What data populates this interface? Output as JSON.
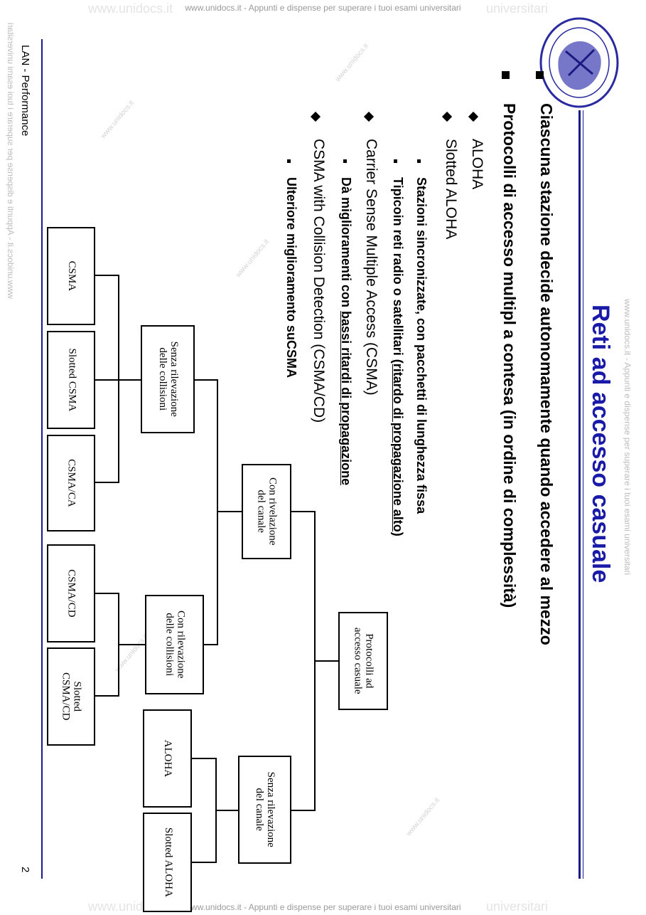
{
  "watermark": {
    "site": "www.unidocs.it",
    "line": "www.unidocs.it - Appunti e dispense per superare i tuoi esami universitari",
    "ghost_left": "www.unidocs.it",
    "ghost_right": "universitari"
  },
  "slide": {
    "title": "Reti ad accesso casuale",
    "bullets": [
      "Ciascuna stazione decide autonomamente quando accedere al mezzo",
      "Protocolli di accesso multipl a contesa (in ordine di complessità)"
    ],
    "items": [
      {
        "label": "ALOHA"
      },
      {
        "label": "Slotted ALOHA"
      },
      {
        "label": "Carrier Sense Multiple Access (CSMA)"
      },
      {
        "label": "CSMA with Collision Detection (CSMA/CD)"
      }
    ],
    "subitems": {
      "slotted": "Stazioni sincronizzate, con pacchetti di lunghezza fissa",
      "csma_prefix": "Tipicoin reti radio o satellitari ",
      "csma_underline": "(ritardo di propagazione alto)",
      "csma_adv_prefix": "Dà miglioramenti con ",
      "csma_adv_underline": "bassi ritardi di propagazione",
      "cd": "Ulteriore miglioramento suCSMA"
    }
  },
  "diagram": {
    "root": "Protocolli ad\naccesso casuale",
    "with_sense": "Con rivelazione\ndel canale",
    "without_sense": "Senza rilevazione\ndel canale",
    "without_cd": "Senza rilevazione\ndelle collisioni",
    "with_cd": "Con rilevazione\ndelle collisioni",
    "leaves": {
      "csma": "CSMA",
      "slotted_csma": "Slotted CSMA",
      "csma_ca": "CSMA/CA",
      "csma_cd": "CSMA/CD",
      "slotted_csma_cd": "Slotted\nCSMA/CD",
      "aloha": "ALOHA",
      "slotted_aloha": "Slotted ALOHA"
    }
  },
  "footer": {
    "course": "LAN - Performance",
    "page": "2"
  },
  "colors": {
    "title": "#1a1aa8",
    "rule": "#1a1a8c",
    "watermark": "#9a9a9a"
  }
}
